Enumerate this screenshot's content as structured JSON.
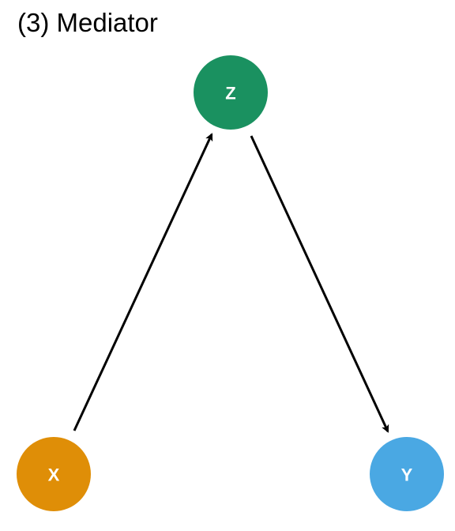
{
  "title": "(3) Mediator",
  "nodes": [
    {
      "id": "z",
      "label": "Z",
      "color": "#1a9160"
    },
    {
      "id": "x",
      "label": "X",
      "color": "#df8e07"
    },
    {
      "id": "y",
      "label": "Y",
      "color": "#4aa8e3"
    }
  ],
  "edges": [
    {
      "from": "X",
      "to": "Z"
    },
    {
      "from": "Z",
      "to": "Y"
    }
  ],
  "edge_color": "#000000"
}
